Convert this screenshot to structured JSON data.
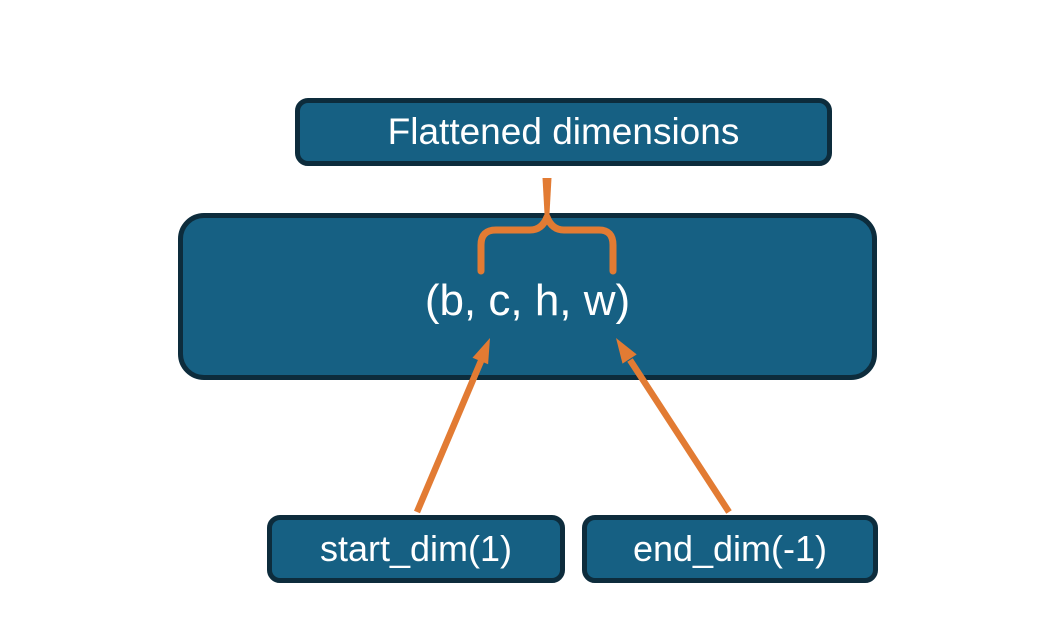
{
  "colors": {
    "background": "#ffffff",
    "node_fill": "#166083",
    "node_border": "#0d2c3c",
    "accent": "#e27b33",
    "text": "#ffffff"
  },
  "nodes": {
    "flattened": {
      "label": "Flattened dimensions"
    },
    "tensor": {
      "label": "(b, c, h, w)"
    },
    "start_dim": {
      "label": "start_dim(1)"
    },
    "end_dim": {
      "label": "end_dim(-1)"
    }
  },
  "edges": [
    {
      "from": "tensor",
      "to": "flattened",
      "style": "brace over c..w with stem"
    },
    {
      "from": "start_dim",
      "to": "tensor",
      "style": "arrow pointing at c"
    },
    {
      "from": "end_dim",
      "to": "tensor",
      "style": "arrow pointing at w"
    }
  ]
}
